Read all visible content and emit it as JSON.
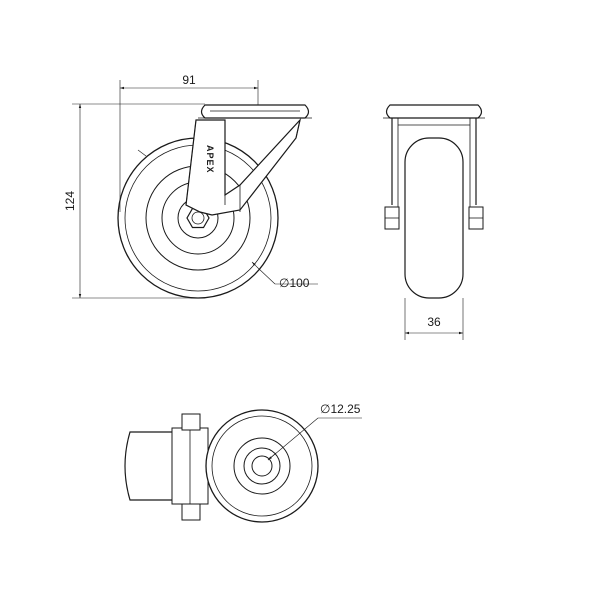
{
  "drawing": {
    "dimensions": {
      "width": "91",
      "height": "124",
      "wheel_diameter": "∅100",
      "wheel_width": "36",
      "bolt_hole": "∅12.25"
    },
    "logo_text": "APEX",
    "colors": {
      "line": "#1a1a1a",
      "background": "#ffffff"
    }
  }
}
